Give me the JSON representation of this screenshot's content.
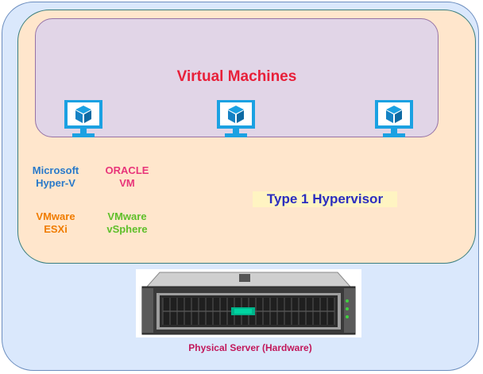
{
  "diagram": {
    "vm_title": "Virtual Machines",
    "hypervisor_label": "Type 1 Hypervisor",
    "server_caption": "Physical Server (Hardware)",
    "hypervisors": [
      {
        "line1": "Microsoft",
        "line2": "Hyper-V",
        "color": "#2979c9"
      },
      {
        "line1": "ORACLE",
        "line2": "VM",
        "color": "#e8357a"
      },
      {
        "line1": "VMware",
        "line2": "ESXi",
        "color": "#f07c00"
      },
      {
        "line1": "VMware",
        "line2": "vSphere",
        "color": "#5fbf2a"
      }
    ],
    "icons": [
      "monitor-cube-icon",
      "monitor-cube-icon",
      "monitor-cube-icon",
      "server-rack-icon"
    ]
  }
}
